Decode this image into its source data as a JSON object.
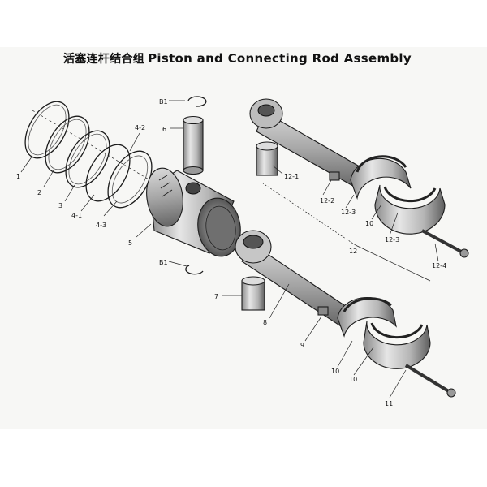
{
  "title": {
    "chinese": "活塞连杆结合组",
    "english": "Piston and Connecting Rod  Assembly"
  },
  "labels": {
    "p1": "1",
    "p2": "2",
    "p3": "3",
    "p4_1": "4-1",
    "p4_2": "4-2",
    "p4_3": "4-3",
    "p5": "5",
    "p6": "6",
    "b1_top": "B1",
    "b1_bottom": "B1",
    "p7": "7",
    "p8": "8",
    "p9": "9",
    "p10_a": "10",
    "p10_b": "10",
    "p10_c": "10",
    "p11": "11",
    "p12": "12",
    "p12_1": "12-1",
    "p12_2": "12-2",
    "p12_3a": "12-3",
    "p12_3b": "12-3",
    "p12_4": "12-4"
  }
}
